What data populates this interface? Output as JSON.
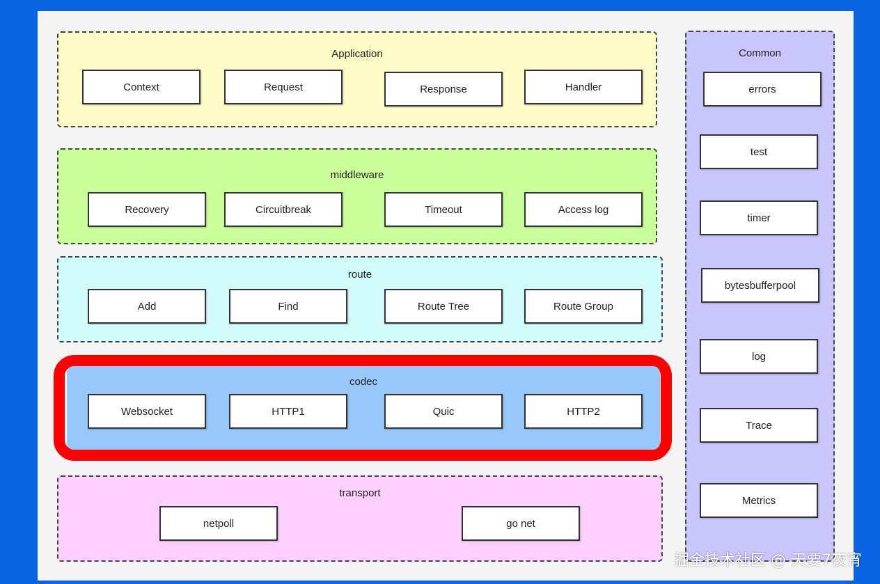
{
  "layers": {
    "application": {
      "title": "Application",
      "items": [
        "Context",
        "Request",
        "Response",
        "Handler"
      ]
    },
    "middleware": {
      "title": "middleware",
      "items": [
        "Recovery",
        "Circuitbreak",
        "Timeout",
        "Access log"
      ]
    },
    "route": {
      "title": "route",
      "items": [
        "Add",
        "Find",
        "Route Tree",
        "Route Group"
      ]
    },
    "codec": {
      "title": "codec",
      "items": [
        "Websocket",
        "HTTP1",
        "Quic",
        "HTTP2"
      ]
    },
    "transport": {
      "title": "transport",
      "items": [
        "netpoll",
        "go net"
      ]
    },
    "common": {
      "title": "Common",
      "items": [
        "errors",
        "test",
        "timer",
        "bytesbufferpool",
        "log",
        "Trace",
        "Metrics"
      ]
    }
  },
  "highlight": {
    "target": "codec",
    "color": "#ff0000"
  },
  "watermark": "掘金技术社区 @ 天要7夜宵"
}
